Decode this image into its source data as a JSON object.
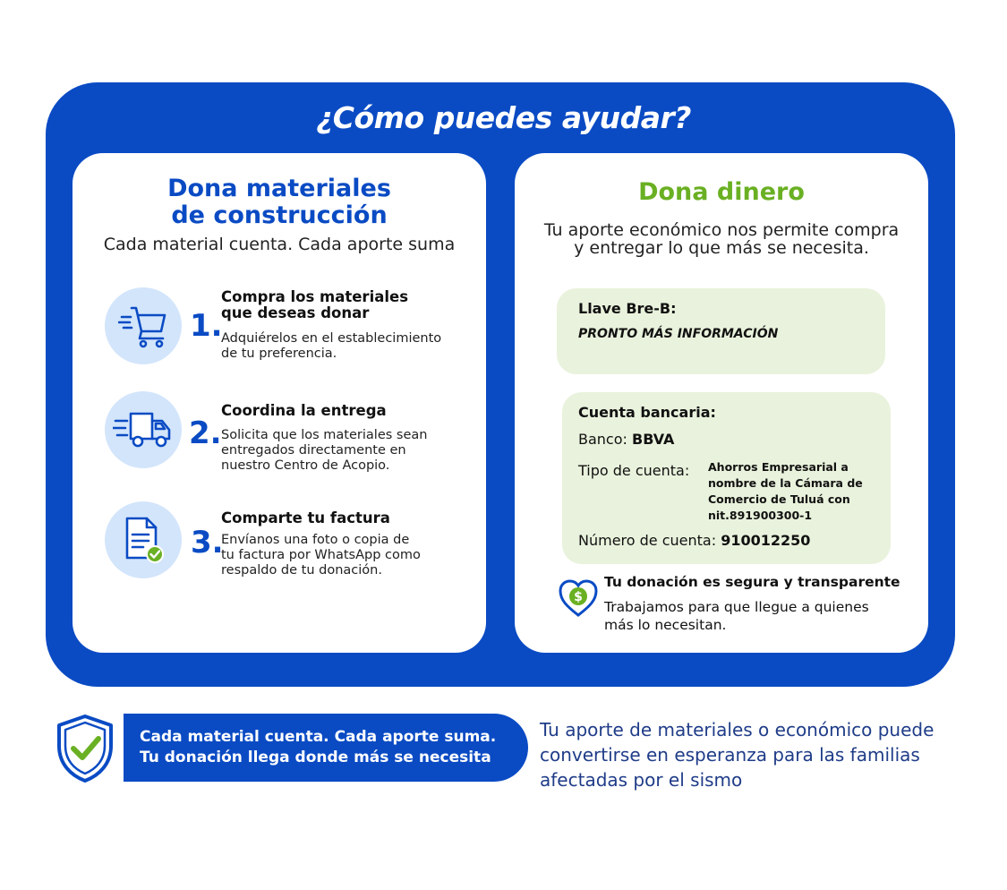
{
  "header": {
    "title": "¿Cómo puedes ayudar?"
  },
  "materials": {
    "title_line1": "Dona materiales",
    "title_line2": "de construcción",
    "subtitle": "Cada material cuenta. Cada aporte suma",
    "steps": [
      {
        "num": "1.",
        "title_line1": "Compra los materiales",
        "title_line2": "que deseas donar",
        "desc_line1": "Adquiérelos en el establecimiento",
        "desc_line2": "de tu preferencia.",
        "desc_line3": "",
        "icon": "cart-icon"
      },
      {
        "num": "2.",
        "title_line1": "Coordina la entrega",
        "title_line2": "",
        "desc_line1": "Solicita que los materiales sean",
        "desc_line2": "entregados directamente en",
        "desc_line3": "nuestro Centro de Acopio.",
        "icon": "truck-icon"
      },
      {
        "num": "3.",
        "title_line1": "Comparte tu factura",
        "title_line2": "",
        "desc_line1": "Envíanos una foto o copia de",
        "desc_line2": "tu factura por WhatsApp como",
        "desc_line3": "respaldo de tu donación.",
        "icon": "invoice-check-icon"
      }
    ]
  },
  "money": {
    "title": "Dona dinero",
    "subtitle_line1": "Tu aporte económico nos permite compra",
    "subtitle_line2": "y entregar lo que más se necesita.",
    "breb": {
      "label": "Llave Bre-B:",
      "value": "PRONTO MÁS INFORMACIÓN"
    },
    "bank": {
      "label": "Cuenta bancaria:",
      "banco_label": "Banco:",
      "banco_value": "BBVA",
      "tipo_label": "Tipo de cuenta:",
      "tipo_value_lines": [
        "Ahorros Empresarial a",
        "nombre de la Cámara de",
        "Comercio de Tuluá con",
        "nit.891900300-1"
      ],
      "numero_label": "Número de cuenta:",
      "numero_value": "910012250"
    },
    "trust": {
      "title": "Tu donación es segura y transparente",
      "desc_line1": "Trabajamos para que llegue a quienes",
      "desc_line2": "más lo necesitan."
    }
  },
  "footer": {
    "pill_line1": "Cada material cuenta. Cada aporte suma.",
    "pill_line2": "Tu donación llega donde más se necesita",
    "right_line1": "Tu aporte de materiales o económico puede",
    "right_line2": "convertirse en esperanza para las familias",
    "right_line3": "afectadas por el sismo"
  },
  "colors": {
    "primary": "#0a4bc4",
    "green": "#6ab023",
    "light_green": "#e9f2dc",
    "light_blue": "#d3e5fb"
  }
}
